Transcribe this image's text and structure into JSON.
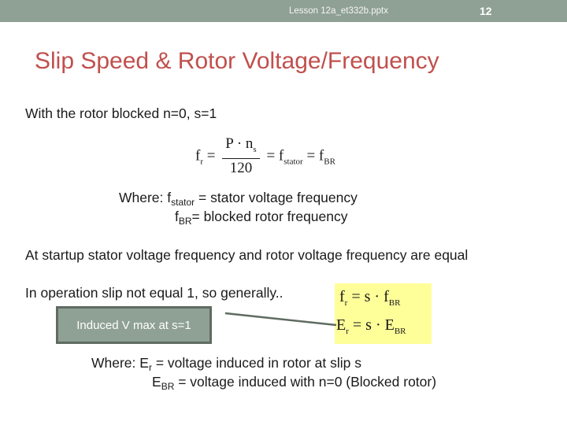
{
  "header": {
    "filename": "Lesson 12a_et332b.pptx",
    "page_number": "12",
    "bar_color": "#8fa094"
  },
  "slide": {
    "title": "Slip Speed & Rotor Voltage/Frequency",
    "title_color": "#c0504d",
    "line1": "With the rotor blocked  n=0, s=1",
    "equation1": {
      "lhs": "f",
      "lhs_sub": "r",
      "eq": "=",
      "numerator": "P · n",
      "numerator_sub": "s",
      "denominator": "120",
      "mid": "= f",
      "mid_sub": "stator",
      "rhs": "= f",
      "rhs_sub": "BR"
    },
    "where1": {
      "prefix": "Where: f",
      "sub1": "stator",
      "text1": " = stator voltage frequency",
      "f2": "f",
      "sub2": "BR",
      "text2": "= blocked rotor frequency"
    },
    "line2": "At startup stator voltage frequency and rotor voltage frequency are equal",
    "line3": "In operation slip not equal 1, so generally..",
    "box_eqs": {
      "eq1_lhs": "f",
      "eq1_lhs_sub": "r",
      "eq1_rhs": " = s · f",
      "eq1_rhs_sub": "BR",
      "eq2_lhs": "E",
      "eq2_lhs_sub": "r",
      "eq2_rhs": " = s · E",
      "eq2_rhs_sub": "BR",
      "bg_color": "#ffff99"
    },
    "callout": {
      "label": "Induced V max at s=1",
      "bg_color": "#8fa094"
    },
    "where2": {
      "prefix": "Where:  E",
      "sub1": "r",
      "text1": " = voltage induced in rotor at slip s",
      "e2": "E",
      "sub2": "BR",
      "text2": " = voltage induced with n=0 (Blocked rotor)"
    }
  }
}
